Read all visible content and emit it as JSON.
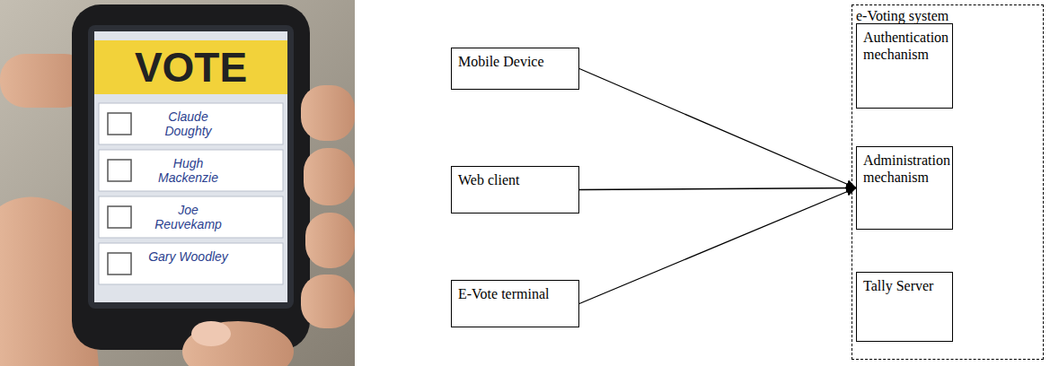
{
  "diagram": {
    "nodes": [
      {
        "text": [
          "Mobile Device"
        ]
      },
      {
        "text": [
          "Web client"
        ]
      },
      {
        "text": [
          "E-Vote terminal"
        ]
      },
      {
        "text": [
          "e-Voting system"
        ]
      },
      {
        "text": [
          "Authentication mechanism"
        ],
        "in": 3
      },
      {
        "text": [
          "Administration mechanism"
        ],
        "in": 3
      },
      {
        "text": [
          "Tally Server"
        ],
        "in": 3
      }
    ],
    "edges": [
      {
        "from": 0,
        "to": 5,
        "arrow": "to"
      },
      {
        "from": 1,
        "to": 5,
        "arrow": "to"
      },
      {
        "from": 2,
        "to": 5,
        "arrow": "to"
      }
    ],
    "labels": [
      "VOTE",
      "Claude Doughty",
      "Hugh Mackenzie",
      "Joe Reuvekamp",
      "Gary Woodley"
    ]
  }
}
